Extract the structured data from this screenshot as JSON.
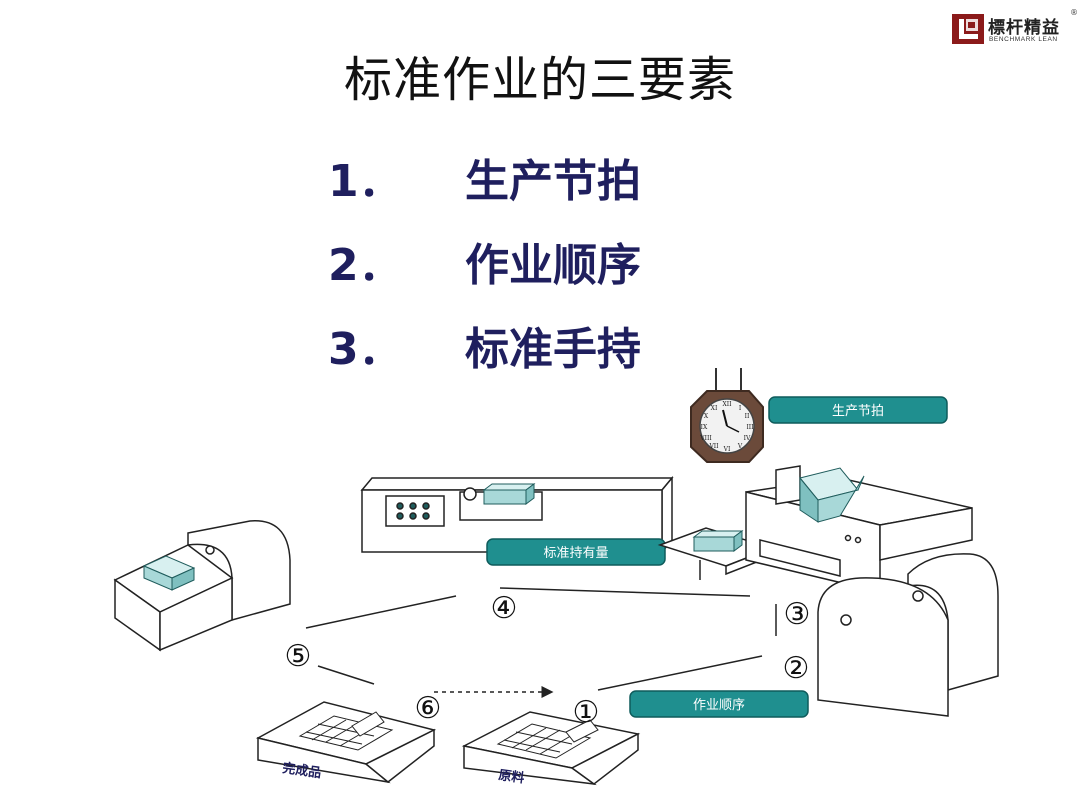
{
  "logo": {
    "cn": "標杆精益",
    "en": "BENCHMARK LEAN",
    "reg": "®",
    "icon": "benchmark-lean-logo-icon"
  },
  "title": "标准作业的三要素",
  "items": [
    {
      "num": "1．",
      "text": "生产节拍"
    },
    {
      "num": "2．",
      "text": "作业顺序"
    },
    {
      "num": "3．",
      "text": "标准手持"
    }
  ],
  "diagram": {
    "tags": {
      "takt": "生产节拍",
      "wip": "标准持有量",
      "sequence": "作业顺序"
    },
    "steps": [
      "①",
      "②",
      "③",
      "④",
      "⑤",
      "⑥"
    ],
    "labels": {
      "finished": "完成品",
      "material": "原料"
    },
    "colors": {
      "tag_fill": "#1f8f8f",
      "text_navy": "#1f1f5e",
      "part_fill": "#a8d8d8",
      "clock_wood": "#6b4a3a"
    }
  }
}
